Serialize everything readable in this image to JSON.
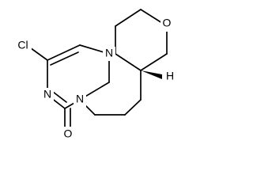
{
  "molecule": {
    "atom_labels": {
      "chlorine": "Cl",
      "nitrogen_left": "N",
      "nitrogen_right": "N",
      "nitrogen_bottom": "N",
      "oxygen_ring": "O",
      "oxygen_carbonyl": "O",
      "hydrogen_stereo": "H"
    }
  }
}
